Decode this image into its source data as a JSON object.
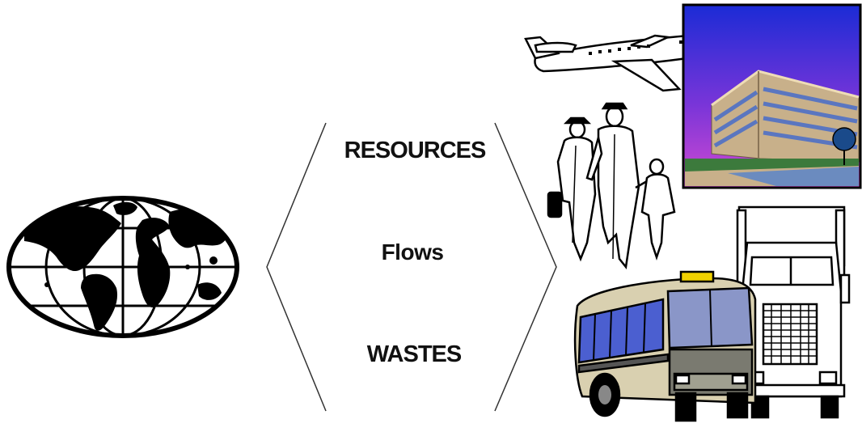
{
  "diagram": {
    "center_labels": {
      "top": "RESOURCES",
      "middle": "Flows",
      "bottom": "WASTES"
    },
    "colors": {
      "text": "#111111",
      "line": "#333333",
      "sky_top": "#1b2bd6",
      "sky_bottom": "#cf3fd6",
      "building": "#c8b08a",
      "windows": "#6a86c8",
      "bus_window": "#4b5fd0",
      "bus_sign": "#f0d000"
    },
    "icons": {
      "left": "globe-icon",
      "right": [
        "airplane-icon",
        "office-building-icon",
        "family-walking-icon",
        "bus-icon",
        "truck-icon"
      ]
    }
  }
}
